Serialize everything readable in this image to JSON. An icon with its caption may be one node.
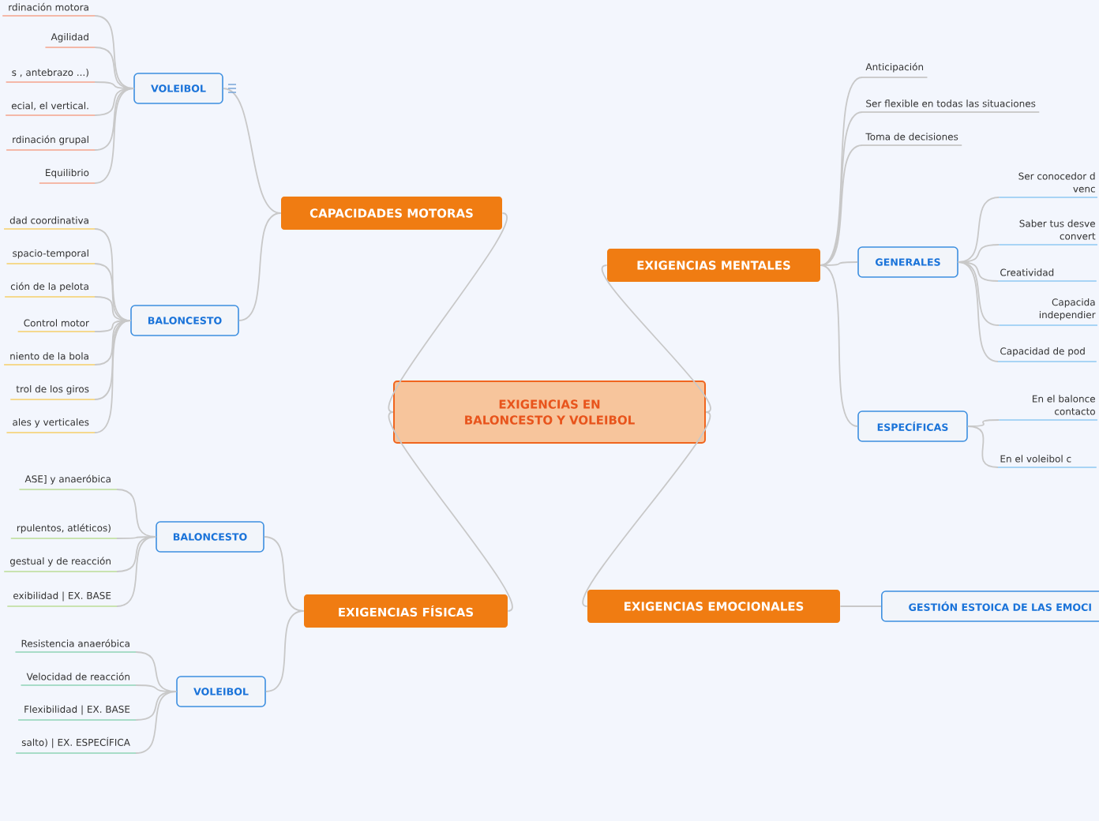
{
  "diagram": {
    "nodes": [
      {
        "text": [
          "EXIGENCIAS EN BALONCESTO Y VOLEIBOL"
        ]
      },
      {
        "text": [
          "CAPACIDADES MOTORAS"
        ]
      },
      {
        "text": [
          "VOLEIBOL"
        ]
      },
      {
        "text": [
          "rdinación motora"
        ]
      },
      {
        "text": [
          "Agilidad"
        ]
      },
      {
        "text": [
          "s , antebrazo ...)"
        ]
      },
      {
        "text": [
          "ecial, el vertical."
        ]
      },
      {
        "text": [
          "rdinación grupal"
        ]
      },
      {
        "text": [
          "Equilibrio"
        ]
      },
      {
        "text": [
          "BALONCESTO"
        ]
      },
      {
        "text": [
          "dad coordinativa"
        ]
      },
      {
        "text": [
          "spacio-temporal"
        ]
      },
      {
        "text": [
          "ción de la pelota"
        ]
      },
      {
        "text": [
          "Control motor"
        ]
      },
      {
        "text": [
          "niento de la bola"
        ]
      },
      {
        "text": [
          "trol de los giros"
        ]
      },
      {
        "text": [
          "ales y verticales"
        ]
      },
      {
        "text": [
          "EXIGENCIAS FÍSICAS"
        ]
      },
      {
        "text": [
          "BALONCESTO"
        ]
      },
      {
        "text": [
          "ASE] y anaeróbica"
        ]
      },
      {
        "text": [
          "rpulentos, atléticos)"
        ]
      },
      {
        "text": [
          "gestual y de reacción"
        ]
      },
      {
        "text": [
          "exibilidad | EX. BASE"
        ]
      },
      {
        "text": [
          "VOLEIBOL"
        ]
      },
      {
        "text": [
          "Resistencia anaeróbica"
        ]
      },
      {
        "text": [
          "Velocidad de reacción"
        ]
      },
      {
        "text": [
          "Flexibilidad | EX. BASE"
        ]
      },
      {
        "text": [
          "salto) | EX. ESPECÍFICA"
        ]
      },
      {
        "text": [
          "EXIGENCIAS MENTALES"
        ]
      },
      {
        "text": [
          "Anticipación"
        ]
      },
      {
        "text": [
          "Ser flexible en todas las situaciones"
        ]
      },
      {
        "text": [
          "Toma de decisiones"
        ]
      },
      {
        "text": [
          "GENERALES"
        ]
      },
      {
        "text": [
          "Ser conocedor d venc"
        ]
      },
      {
        "text": [
          "Saber tus desve convert"
        ]
      },
      {
        "text": [
          "Creatividad"
        ]
      },
      {
        "text": [
          "Capacida independier"
        ]
      },
      {
        "text": [
          "Capacidad de pod"
        ]
      },
      {
        "text": [
          "ESPECÍFICAS"
        ]
      },
      {
        "text": [
          "En el balonce contacto"
        ]
      },
      {
        "text": [
          "En el voleibol c"
        ]
      },
      {
        "text": [
          "EXIGENCIAS EMOCIONALES"
        ]
      },
      {
        "text": [
          "GESTIÓN ESTOICA DE LAS EMOCI"
        ]
      }
    ],
    "edges": [
      {
        "from": 0,
        "to": 1,
        "arrow": "none"
      },
      {
        "from": 0,
        "to": 17,
        "arrow": "none"
      },
      {
        "from": 0,
        "to": 28,
        "arrow": "none"
      },
      {
        "from": 0,
        "to": 41,
        "arrow": "none"
      },
      {
        "from": 1,
        "to": 2,
        "arrow": "none"
      },
      {
        "from": 1,
        "to": 9,
        "arrow": "none"
      },
      {
        "from": 2,
        "to": 3,
        "arrow": "none"
      },
      {
        "from": 2,
        "to": 4,
        "arrow": "none"
      },
      {
        "from": 2,
        "to": 5,
        "arrow": "none"
      },
      {
        "from": 2,
        "to": 6,
        "arrow": "none"
      },
      {
        "from": 2,
        "to": 7,
        "arrow": "none"
      },
      {
        "from": 2,
        "to": 8,
        "arrow": "none"
      },
      {
        "from": 9,
        "to": 10,
        "arrow": "none"
      },
      {
        "from": 9,
        "to": 11,
        "arrow": "none"
      },
      {
        "from": 9,
        "to": 12,
        "arrow": "none"
      },
      {
        "from": 9,
        "to": 13,
        "arrow": "none"
      },
      {
        "from": 9,
        "to": 14,
        "arrow": "none"
      },
      {
        "from": 9,
        "to": 15,
        "arrow": "none"
      },
      {
        "from": 9,
        "to": 16,
        "arrow": "none"
      },
      {
        "from": 17,
        "to": 18,
        "arrow": "none"
      },
      {
        "from": 17,
        "to": 23,
        "arrow": "none"
      },
      {
        "from": 18,
        "to": 19,
        "arrow": "none"
      },
      {
        "from": 18,
        "to": 20,
        "arrow": "none"
      },
      {
        "from": 18,
        "to": 21,
        "arrow": "none"
      },
      {
        "from": 18,
        "to": 22,
        "arrow": "none"
      },
      {
        "from": 23,
        "to": 24,
        "arrow": "none"
      },
      {
        "from": 23,
        "to": 25,
        "arrow": "none"
      },
      {
        "from": 23,
        "to": 26,
        "arrow": "none"
      },
      {
        "from": 23,
        "to": 27,
        "arrow": "none"
      },
      {
        "from": 28,
        "to": 29,
        "arrow": "none"
      },
      {
        "from": 28,
        "to": 30,
        "arrow": "none"
      },
      {
        "from": 28,
        "to": 31,
        "arrow": "none"
      },
      {
        "from": 28,
        "to": 32,
        "arrow": "none"
      },
      {
        "from": 28,
        "to": 38,
        "arrow": "none"
      },
      {
        "from": 32,
        "to": 33,
        "arrow": "none"
      },
      {
        "from": 32,
        "to": 34,
        "arrow": "none"
      },
      {
        "from": 32,
        "to": 35,
        "arrow": "none"
      },
      {
        "from": 32,
        "to": 36,
        "arrow": "none"
      },
      {
        "from": 32,
        "to": 37,
        "arrow": "none"
      },
      {
        "from": 38,
        "to": 39,
        "arrow": "none"
      },
      {
        "from": 38,
        "to": 40,
        "arrow": "none"
      },
      {
        "from": 41,
        "to": 42,
        "arrow": "none"
      }
    ]
  }
}
